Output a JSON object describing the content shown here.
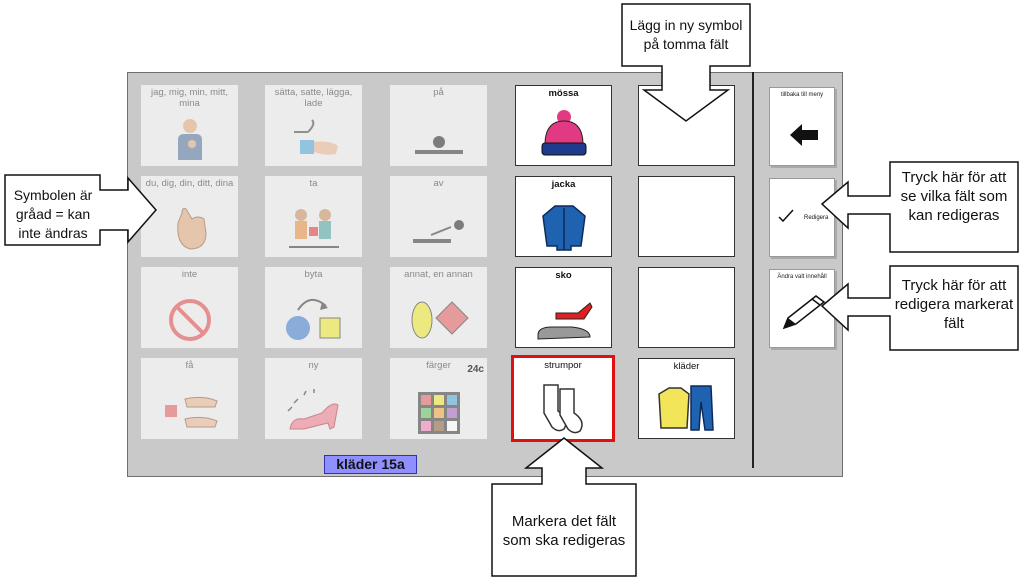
{
  "board": {
    "title": "kläder 15a",
    "cells": [
      {
        "label": "jag, mig, min, mitt, mina",
        "icon": "pointing-self-icon",
        "state": "greyed"
      },
      {
        "label": "sätta, satte, lägga, lade",
        "icon": "put-hand-icon",
        "state": "greyed"
      },
      {
        "label": "på",
        "icon": "on-icon",
        "state": "greyed"
      },
      {
        "label": "mössa",
        "icon": "beanie-hat-icon",
        "state": "active"
      },
      {
        "label": "",
        "icon": "",
        "state": "empty"
      },
      {
        "label": "du, dig, din, ditt, dina",
        "icon": "pointing-you-icon",
        "state": "greyed"
      },
      {
        "label": "ta",
        "icon": "take-icon",
        "state": "greyed"
      },
      {
        "label": "av",
        "icon": "off-icon",
        "state": "greyed"
      },
      {
        "label": "jacka",
        "icon": "jacket-icon",
        "state": "active"
      },
      {
        "label": "",
        "icon": "",
        "state": "empty"
      },
      {
        "label": "inte",
        "icon": "no-sign-icon",
        "state": "greyed"
      },
      {
        "label": "byta",
        "icon": "swap-shapes-icon",
        "state": "greyed"
      },
      {
        "label": "annat, en annan",
        "icon": "other-shapes-icon",
        "state": "greyed"
      },
      {
        "label": "sko",
        "icon": "shoes-icon",
        "state": "active"
      },
      {
        "label": "",
        "icon": "",
        "state": "empty"
      },
      {
        "label": "få",
        "icon": "receive-icon",
        "state": "greyed"
      },
      {
        "label": "ny",
        "icon": "new-shoe-icon",
        "state": "greyed"
      },
      {
        "label": "färger",
        "badge": "24c",
        "icon": "color-grid-icon",
        "state": "greyed"
      },
      {
        "label": "strumpor",
        "icon": "socks-icon",
        "state": "selected"
      },
      {
        "label": "kläder",
        "icon": "clothes-icon",
        "state": "active"
      }
    ]
  },
  "sidebar": {
    "back_label": "tillbaka till meny",
    "edit_label": "Redigera",
    "change_label": "Ändra valt innehåll"
  },
  "callouts": {
    "top": "Lägg in ny symbol på tomma fält",
    "left": "Symbolen är gråad = kan inte ändras",
    "right_top": "Tryck här för att se vilka fält som kan redigeras",
    "right_bottom": "Tryck här för att redigera markerat fält",
    "bottom": "Markera det fält som ska redigeras"
  }
}
